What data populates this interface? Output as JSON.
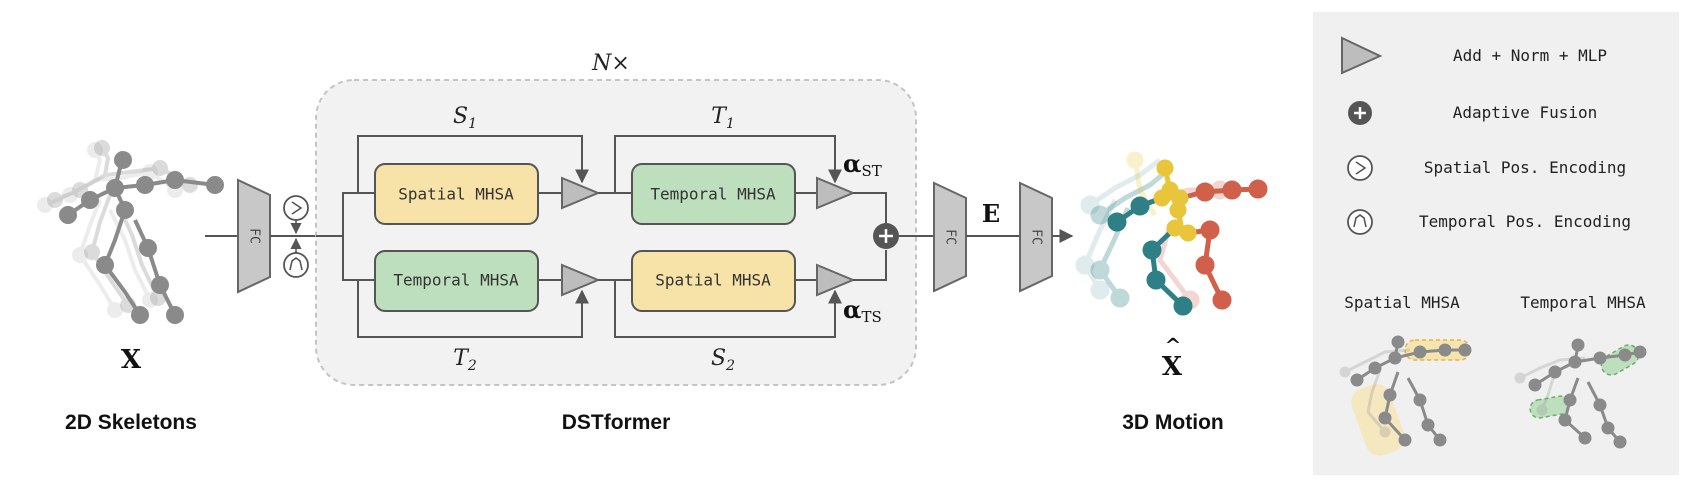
{
  "inputs": {
    "x_symbol": "X",
    "title": "2D Skeletons"
  },
  "block": {
    "title": "DSTformer",
    "repeat": "N×",
    "s1": "S",
    "s1_sub": "1",
    "t1": "T",
    "t1_sub": "1",
    "t2": "T",
    "t2_sub": "2",
    "s2": "S",
    "s2_sub": "2",
    "alpha": "α",
    "alpha_st_sub": "ST",
    "alpha_ts_sub": "TS",
    "top_first": "Spatial MHSA",
    "top_second": "Temporal MHSA",
    "bottom_first": "Temporal MHSA",
    "bottom_second": "Spatial MHSA"
  },
  "fc_label": "FC",
  "embedding": "E",
  "output": {
    "x_symbol": "X",
    "hat": "^",
    "title": "3D Motion"
  },
  "legend": {
    "items": [
      {
        "icon": "triangle-icon",
        "label": "Add + Norm + MLP"
      },
      {
        "icon": "plus-circle-icon",
        "label": "Adaptive Fusion"
      },
      {
        "icon": "spatial-pos-icon",
        "label": "Spatial Pos. Encoding"
      },
      {
        "icon": "temporal-pos-icon",
        "label": "Temporal Pos. Encoding"
      }
    ],
    "spatial_caption": "Spatial MHSA",
    "temporal_caption": "Temporal MHSA"
  },
  "colors": {
    "spatial": "#F7E3A8",
    "temporal": "#BEDFBD",
    "panel": "#F0F0F0",
    "block_bg": "#F2F2F2",
    "fc": "#C8C8C8",
    "teal": "#2F7F86",
    "yellow": "#E8C53A",
    "red": "#D0604A"
  }
}
